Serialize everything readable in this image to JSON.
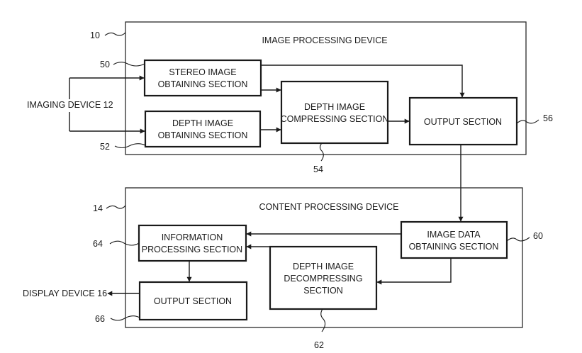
{
  "image_processing_device": {
    "title": "IMAGE PROCESSING DEVICE",
    "ref": "10",
    "stereo_image_section": {
      "lines": [
        "STEREO IMAGE",
        "OBTAINING SECTION"
      ],
      "ref": "50"
    },
    "depth_image_section": {
      "lines": [
        "DEPTH IMAGE",
        "OBTAINING SECTION"
      ],
      "ref": "52"
    },
    "compressing_section": {
      "lines": [
        "DEPTH IMAGE",
        "COMPRESSING SECTION"
      ],
      "ref": "54"
    },
    "output_section": {
      "lines": [
        "OUTPUT SECTION"
      ],
      "ref": "56"
    }
  },
  "content_processing_device": {
    "title": "CONTENT PROCESSING DEVICE",
    "ref": "14",
    "image_data_section": {
      "lines": [
        "IMAGE DATA",
        "OBTAINING SECTION"
      ],
      "ref": "60"
    },
    "decompressing_section": {
      "lines": [
        "DEPTH IMAGE",
        "DECOMPRESSING",
        "SECTION"
      ],
      "ref": "62"
    },
    "information_section": {
      "lines": [
        "INFORMATION",
        "PROCESSING SECTION"
      ],
      "ref": "64"
    },
    "output_section": {
      "lines": [
        "OUTPUT SECTION"
      ],
      "ref": "66"
    }
  },
  "external": {
    "imaging_device": "IMAGING DEVICE 12",
    "display_device": "DISPLAY DEVICE 16"
  }
}
